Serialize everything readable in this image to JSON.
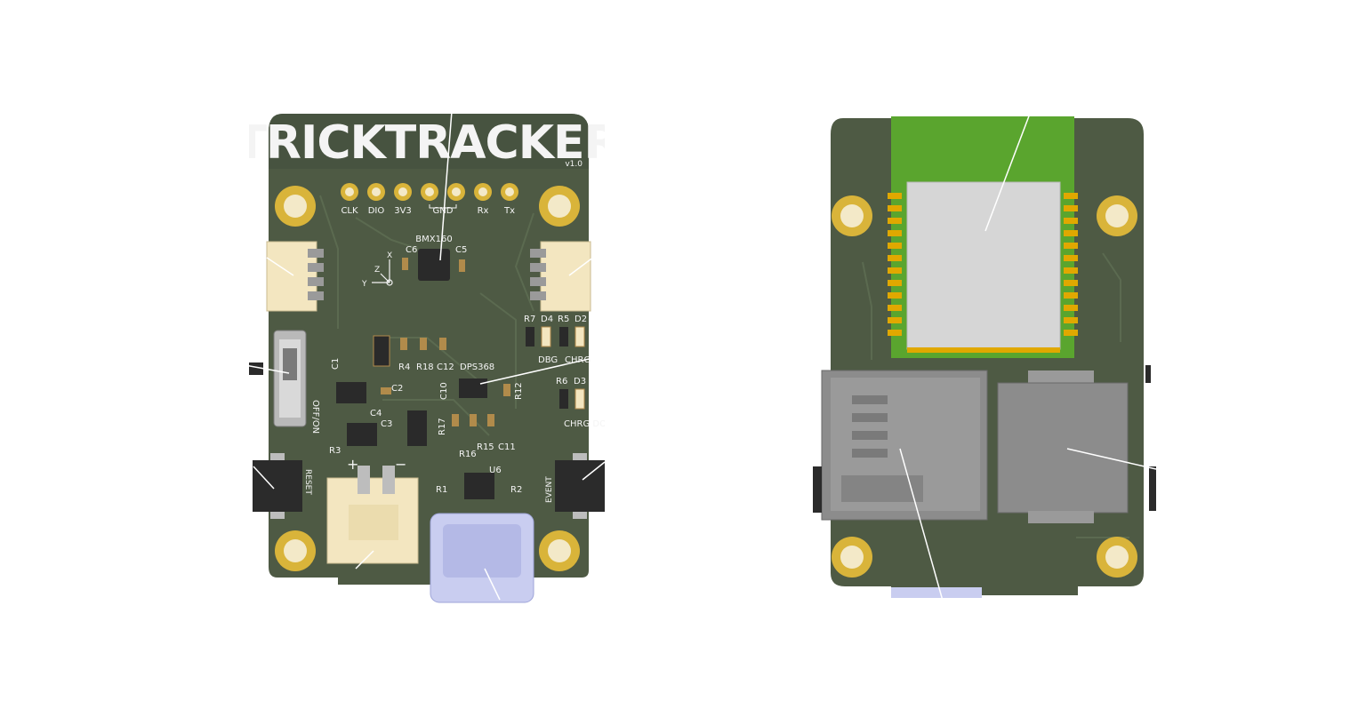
{
  "front": {
    "title": "TRICKTRACKER",
    "version": "v1.0",
    "header_pins": [
      "CLK",
      "DIO",
      "3V3",
      "GND",
      "Rx",
      "Tx"
    ],
    "sensor_label": "BMX160",
    "axis_x": "X",
    "axis_y": "Y",
    "axis_z": "Z",
    "refs": {
      "c6": "C6",
      "c5": "C5",
      "r7": "R7",
      "d4": "D4",
      "r5": "R5",
      "d2": "D2",
      "dbg": "DBG",
      "chrg": "CHRG",
      "r6": "R6",
      "d3": "D3",
      "chrg_done": "CHRG DONE",
      "c1": "C1",
      "r4": "R4",
      "r18": "R18",
      "c12": "C12",
      "dps": "DPS368",
      "c10": "C10",
      "r12": "R12",
      "c2": "C2",
      "c4": "C4",
      "c3": "C3",
      "r17": "R17",
      "r15": "R15",
      "c11": "C11",
      "r16": "R16",
      "r3": "R3",
      "u6": "U6",
      "r1": "R1",
      "r2": "R2",
      "plus": "+",
      "minus": "−"
    },
    "switch_label": "OFF/ON",
    "reset_label": "RESET",
    "event_label": "EVENT"
  },
  "colors": {
    "pcb": "#4e5a44",
    "pad_gold": "#d9b43a",
    "connector": "#f3e6c0",
    "usb": "#c9cdf0",
    "module_green": "#5aa52e",
    "shield": "#d6d6d6",
    "sd_grey": "#8c8c8c"
  }
}
